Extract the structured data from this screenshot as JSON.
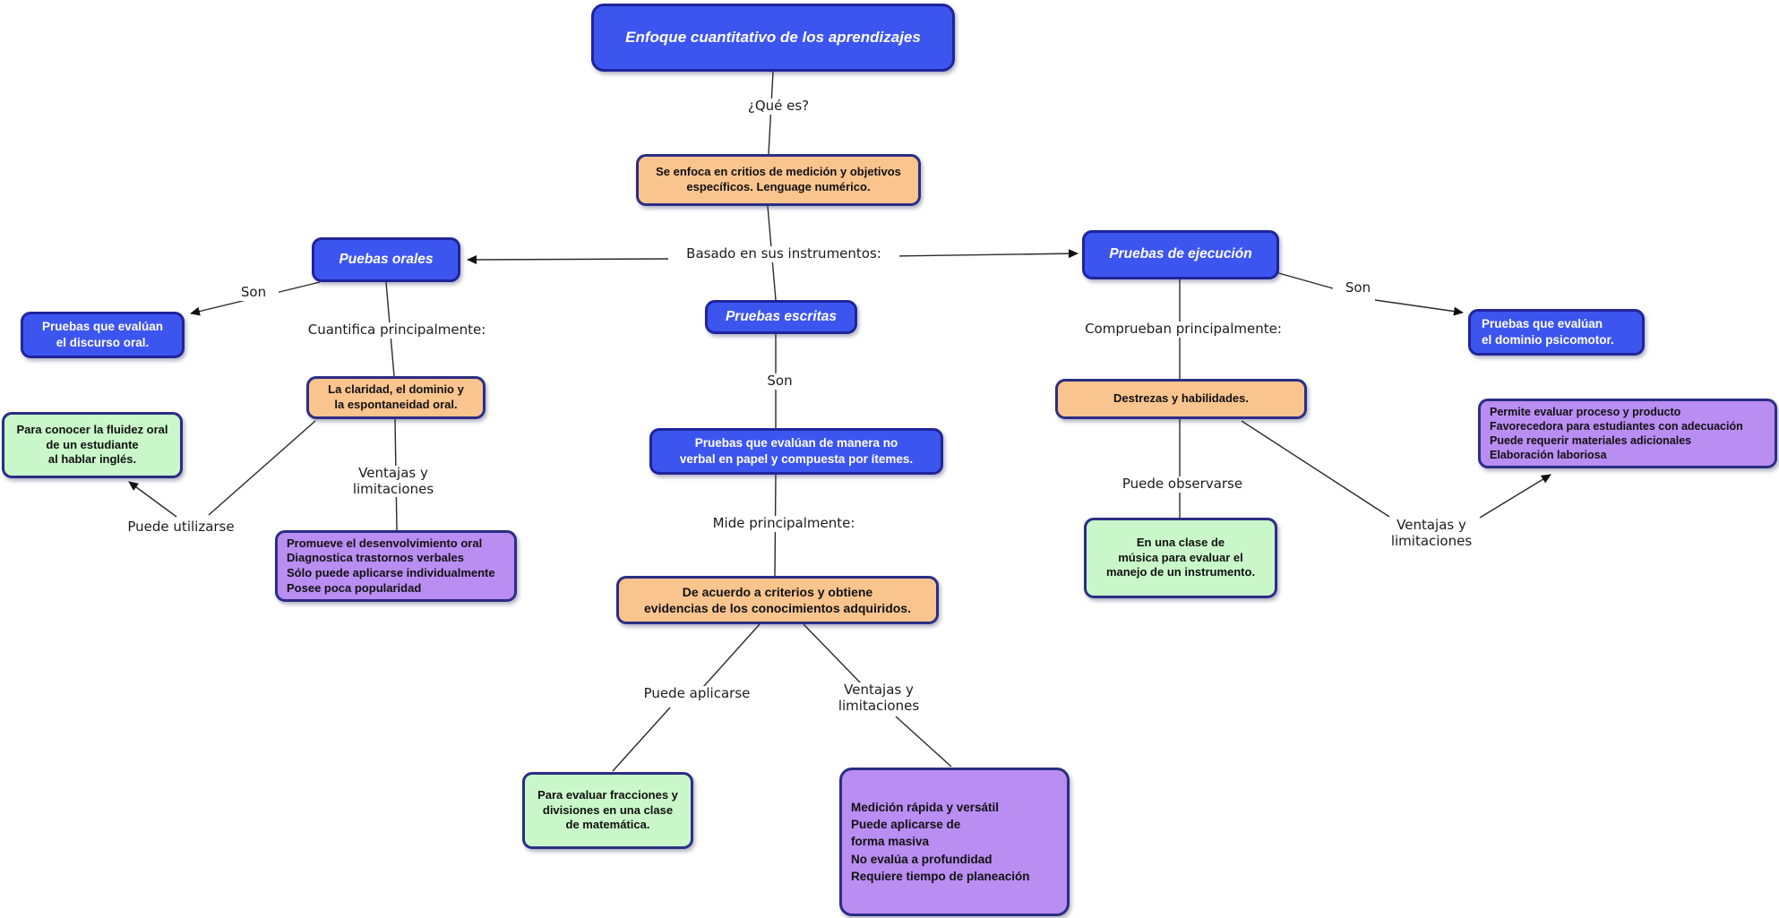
{
  "title": "Enfoque cuantitativo de los aprendizajes",
  "colors": {
    "node_blue": "#3d55ef",
    "node_orange": "#f9c48e",
    "node_green": "#caf7ca",
    "node_purple": "#b98df2",
    "node_border": "#2b2e83",
    "line": "#2b2b2b",
    "background": "#ffffff"
  },
  "nodes": {
    "root": {
      "text": "Enfoque cuantitativo de los aprendizajes"
    },
    "definicion": {
      "text": "Se enfoca en critios de medición y objetivos\nespecíficos. Lenguage numérico."
    },
    "orales": {
      "text": "Puebas orales"
    },
    "escritas": {
      "text": "Pruebas escritas"
    },
    "ejecucion": {
      "text": "Pruebas de ejecución"
    },
    "discurso": {
      "text": "Pruebas que evalúan\nel discurso oral."
    },
    "claridad": {
      "text": "La claridad, el dominio y\nla espontaneidad oral."
    },
    "fluidez": {
      "text": "Para conocer la fluidez oral\nde un estudiante\nal hablar inglés."
    },
    "promueve": {
      "text": "Promueve el desenvolvimiento oral\nDiagnostica trastornos verbales\nSólo puede aplicarse individualmente\nPosee poca popularidad"
    },
    "noverbal": {
      "text": "Pruebas que evalúan de manera no\nverbal en papel y compuesta por ítemes."
    },
    "acuerdo": {
      "text": "De acuerdo a criterios y obtiene\nevidencias de los conocimientos adquiridos."
    },
    "fracciones": {
      "text": "Para evaluar fracciones y\ndivisiones en una clase\nde matemática."
    },
    "medicion": {
      "text": "Medición rápida y versátil\nPuede aplicarse de\nforma masiva\nNo evalúa a profundidad\nRequiere tiempo de planeación"
    },
    "destrezas": {
      "text": "Destrezas y habilidades."
    },
    "psicomotor": {
      "text": "Pruebas que evalúan\nel dominio psicomotor."
    },
    "musica": {
      "text": "En una clase de\nmúsica para evaluar el\nmanejo de un instrumento."
    },
    "permite": {
      "text": "Permite evaluar proceso y producto\nFavorecedora para estudiantes con adecuación\nPuede requerir materiales adicionales\nElaboración laboriosa"
    }
  },
  "labels": {
    "que_es": "¿Qué es?",
    "basado": "Basado en sus instrumentos:",
    "son_left": "Son",
    "son_center": "Son",
    "son_right": "Son",
    "cuantifica": "Cuantifica principalmente:",
    "ventajas_left": "Ventajas y\nlimitaciones",
    "ventajas_center": "Ventajas y\nlimitaciones",
    "ventajas_right": "Ventajas y\nlimitaciones",
    "puede_utilizarse": "Puede utilizarse",
    "mide": "Mide principalmente:",
    "puede_aplicarse": "Puede aplicarse",
    "comprueban": "Comprueban principalmente:",
    "puede_observarse": "Puede observarse"
  },
  "connections": [
    {
      "from": "root",
      "label": "¿Qué es?",
      "to": "definicion"
    },
    {
      "from": "definicion",
      "label": "Basado en sus instrumentos:",
      "to": "orales"
    },
    {
      "from": "definicion",
      "label": "Basado en sus instrumentos:",
      "to": "escritas"
    },
    {
      "from": "definicion",
      "label": "Basado en sus instrumentos:",
      "to": "ejecucion"
    },
    {
      "from": "orales",
      "label": "Son",
      "to": "discurso"
    },
    {
      "from": "orales",
      "label": "Cuantifica principalmente:",
      "to": "claridad"
    },
    {
      "from": "claridad",
      "label": "Puede utilizarse",
      "to": "fluidez"
    },
    {
      "from": "claridad",
      "label": "Ventajas y limitaciones",
      "to": "promueve"
    },
    {
      "from": "escritas",
      "label": "Son",
      "to": "noverbal"
    },
    {
      "from": "noverbal",
      "label": "Mide principalmente:",
      "to": "acuerdo"
    },
    {
      "from": "acuerdo",
      "label": "Puede aplicarse",
      "to": "fracciones"
    },
    {
      "from": "acuerdo",
      "label": "Ventajas y limitaciones",
      "to": "medicion"
    },
    {
      "from": "ejecucion",
      "label": "Son",
      "to": "psicomotor"
    },
    {
      "from": "ejecucion",
      "label": "Comprueban principalmente:",
      "to": "destrezas"
    },
    {
      "from": "destrezas",
      "label": "Puede observarse",
      "to": "musica"
    },
    {
      "from": "destrezas",
      "label": "Ventajas y limitaciones",
      "to": "permite"
    }
  ]
}
